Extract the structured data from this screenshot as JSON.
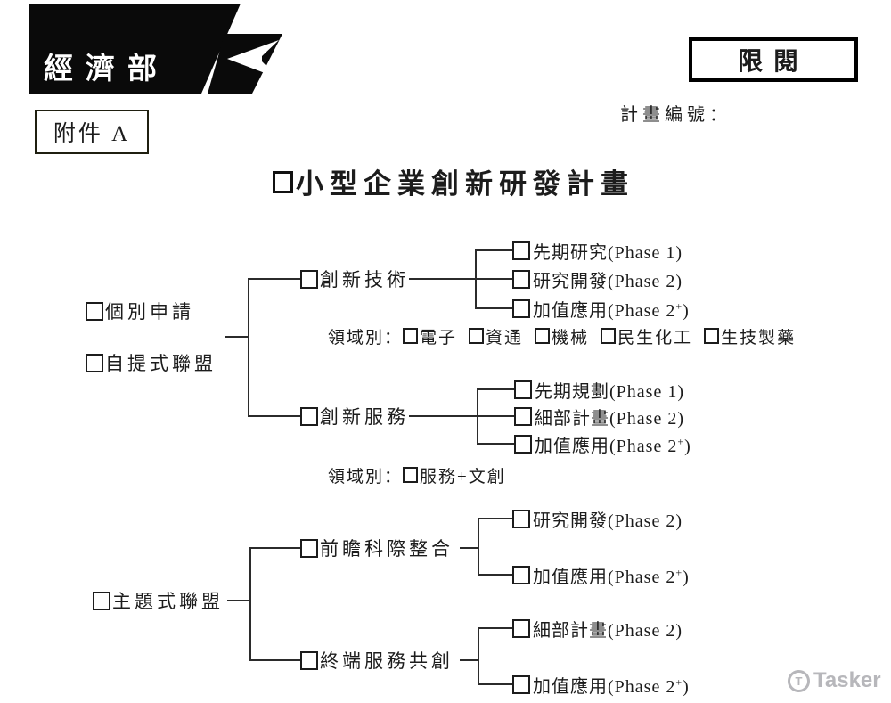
{
  "header": {
    "logo_text": "經濟部",
    "restricted": "限閱",
    "attachment": "附件 A",
    "plan_no_label": "計畫編號："
  },
  "title": {
    "text": "小型企業創新研發計畫"
  },
  "nodes": {
    "individual": "個別申請",
    "self_alliance": "自提式聯盟",
    "theme_alliance": "主題式聯盟",
    "innov_tech": "創新技術",
    "innov_service": "創新服務",
    "interdisciplinary": "前瞻科際整合",
    "end_service": "終端服務共創"
  },
  "phases": {
    "tech": [
      {
        "pre": "先期研究(Phase 1)"
      },
      {
        "pre": "研究開發(Phase 2)"
      },
      {
        "pre": "加值應用(Phase 2",
        "sup": "+",
        "post": ")"
      }
    ],
    "service": [
      {
        "pre": "先期規劃(Phase 1)"
      },
      {
        "pre": "細部計畫(Phase 2)"
      },
      {
        "pre": "加值應用(Phase 2",
        "sup": "+",
        "post": ")"
      }
    ],
    "interdisciplinary": [
      {
        "pre": "研究開發(Phase 2)"
      },
      {
        "pre": "加值應用(Phase 2",
        "sup": "+",
        "post": ")"
      }
    ],
    "end_service": [
      {
        "pre": "細部計畫(Phase 2)"
      },
      {
        "pre": "加值應用(Phase 2",
        "sup": "+",
        "post": ")"
      }
    ]
  },
  "domains": {
    "tech": {
      "label": "領域別：",
      "options": [
        "電子",
        "資通",
        "機械",
        "民生化工",
        "生技製藥"
      ]
    },
    "service": {
      "label": "領域別：",
      "options": [
        "服務+文創"
      ]
    }
  },
  "watermark": {
    "text": "Tasker"
  },
  "colors": {
    "ink": "#1c1c1c",
    "line": "#2b2b2b",
    "watermark": "#b7b7bb"
  }
}
